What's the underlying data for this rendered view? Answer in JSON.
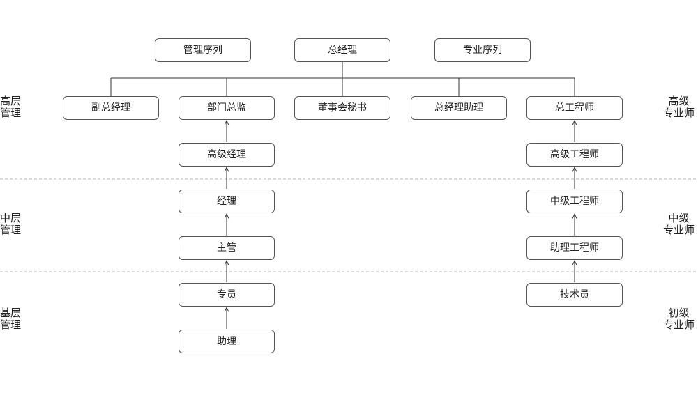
{
  "top_row": {
    "management_track": "管理序列",
    "general_manager": "总经理",
    "professional_track": "专业序列"
  },
  "senior_row": {
    "deputy_gm": "副总经理",
    "department_director": "部门总监",
    "board_secretary": "董事会秘书",
    "gm_assistant": "总经理助理",
    "chief_engineer": "总工程师"
  },
  "management_ladder": {
    "senior_manager": "高级经理",
    "manager": "经理",
    "supervisor": "主管",
    "specialist": "专员",
    "assistant": "助理"
  },
  "professional_ladder": {
    "senior_engineer": "高级工程师",
    "intermediate_engineer": "中级工程师",
    "assistant_engineer": "助理工程师",
    "technician": "技术员"
  },
  "left_levels": {
    "senior": [
      "高层",
      "管理"
    ],
    "middle": [
      "中层",
      "管理"
    ],
    "basic": [
      "基层",
      "管理"
    ]
  },
  "right_levels": {
    "senior": [
      "高级",
      "专业师"
    ],
    "middle": [
      "中级",
      "专业师"
    ],
    "junior": [
      "初级",
      "专业师"
    ]
  },
  "colors": {
    "box_border": "#555555",
    "line": "#333333",
    "divider": "#b5b5b5",
    "text": "#222222"
  }
}
